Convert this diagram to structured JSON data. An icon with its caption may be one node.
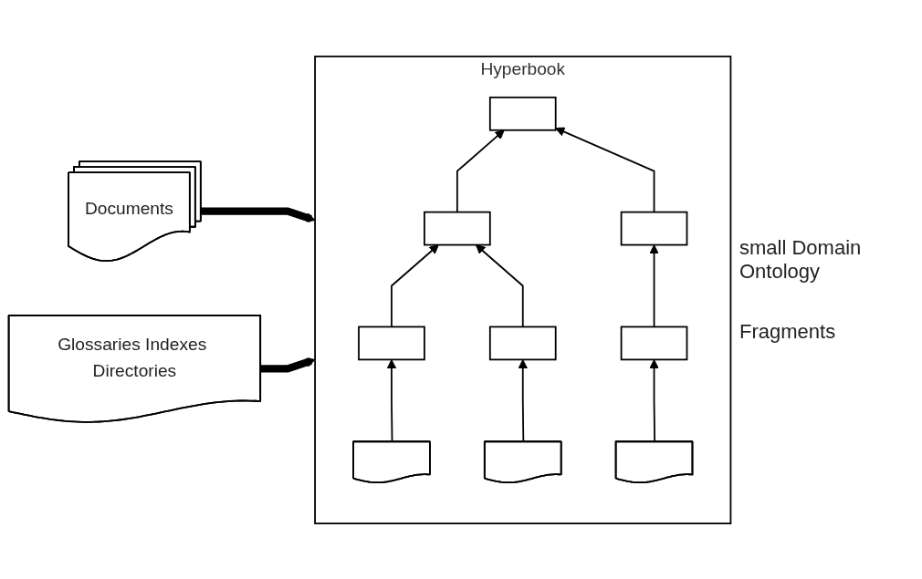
{
  "diagram": {
    "nodes": [
      {
        "text": [
          "Documents"
        ]
      },
      {
        "text": [
          "Glossaries Indexes Directories"
        ]
      },
      {
        "text": [
          "Hyperbook"
        ]
      },
      {
        "text": [],
        "shape": "box",
        "in": 2
      },
      {
        "text": [],
        "shape": "box",
        "in": 2
      },
      {
        "text": [],
        "shape": "box",
        "in": 2
      },
      {
        "text": [],
        "shape": "box",
        "in": 2
      },
      {
        "text": [],
        "shape": "box",
        "in": 2
      },
      {
        "text": [],
        "shape": "box",
        "in": 2
      },
      {
        "text": [],
        "shape": "document",
        "in": 2
      },
      {
        "text": [],
        "shape": "document",
        "in": 2
      },
      {
        "text": [],
        "shape": "document",
        "in": 2
      }
    ],
    "edges": [
      {
        "from": 0,
        "to": 2,
        "arrow": "to",
        "style": "thick"
      },
      {
        "from": 1,
        "to": 2,
        "arrow": "to",
        "style": "thick"
      },
      {
        "from": 4,
        "to": 3,
        "arrow": "to"
      },
      {
        "from": 5,
        "to": 3,
        "arrow": "to"
      },
      {
        "from": 6,
        "to": 4,
        "arrow": "to"
      },
      {
        "from": 7,
        "to": 4,
        "arrow": "to"
      },
      {
        "from": 8,
        "to": 5,
        "arrow": "to"
      },
      {
        "from": 9,
        "to": 6,
        "arrow": "to"
      },
      {
        "from": 10,
        "to": 7,
        "arrow": "to"
      },
      {
        "from": 11,
        "to": 8,
        "arrow": "to"
      }
    ],
    "labels": [
      "small Domain Ontology",
      "Fragments"
    ]
  }
}
